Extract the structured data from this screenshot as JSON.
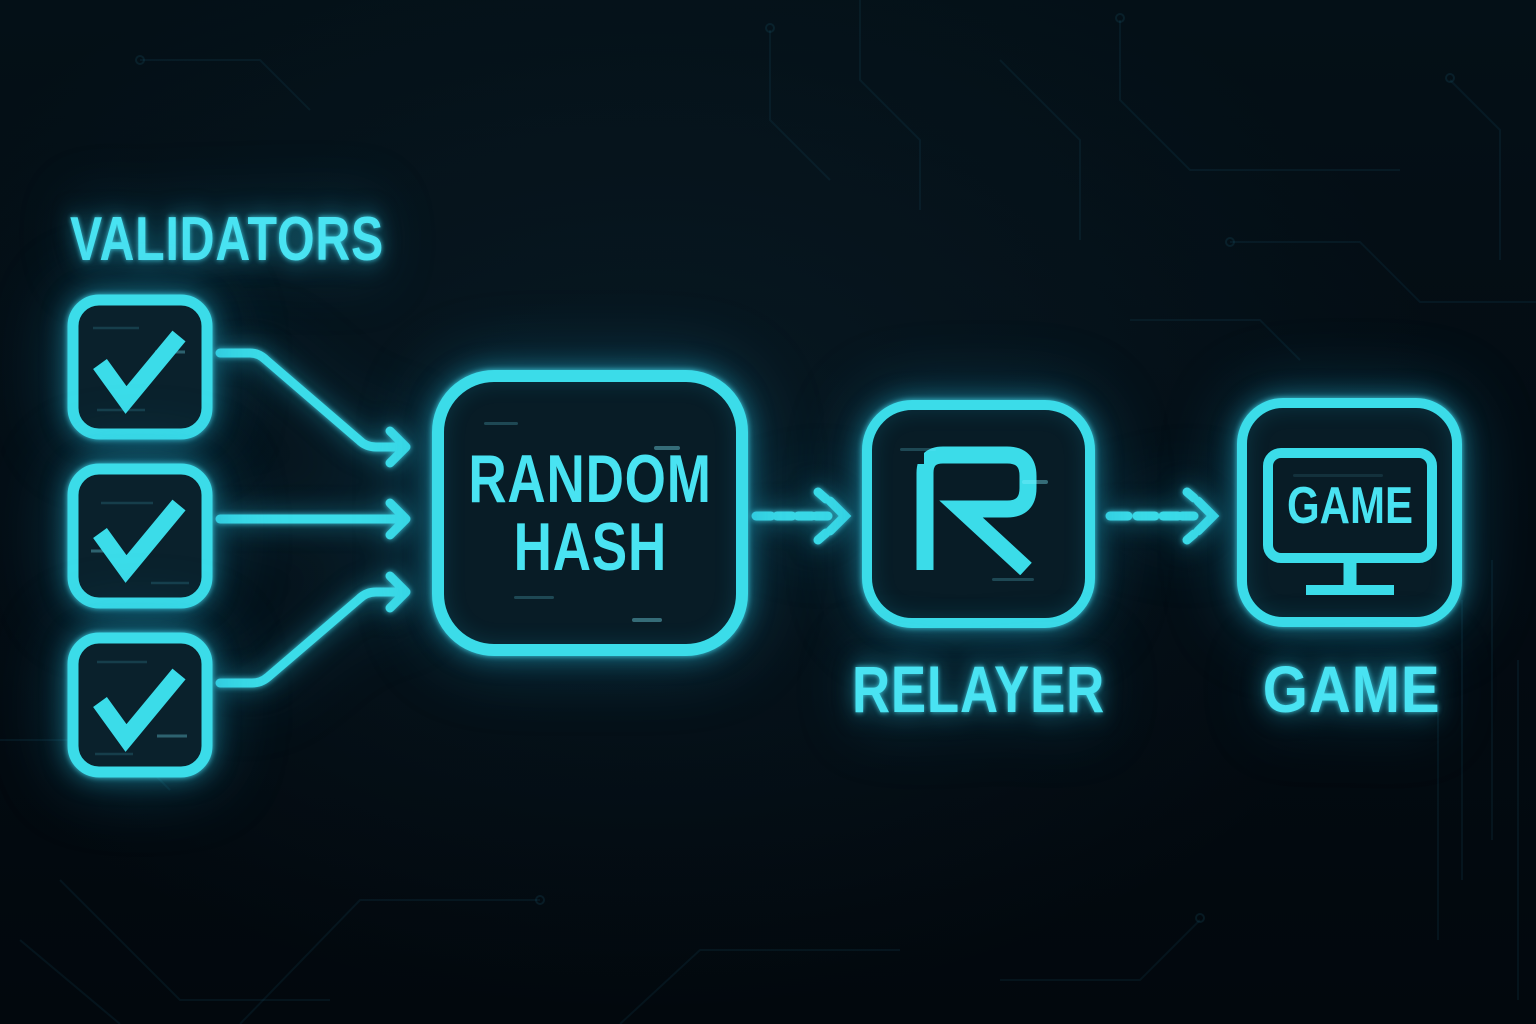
{
  "colors": {
    "background": "#030B12",
    "accent": "#3BDCE9",
    "accent_bright": "#49E3F2",
    "glow": "#1FB9D6",
    "box_fill": "#0A212C"
  },
  "validators": {
    "title": "VALIDATORS",
    "checkbox_count": 3,
    "checkbox_icon": "checkmark-icon"
  },
  "random_hash": {
    "line1": "RANDOM",
    "line2": "HASH"
  },
  "relayer": {
    "label": "RELAYER",
    "icon": "relayer-r-icon"
  },
  "game": {
    "label": "GAME",
    "screen_text": "GAME",
    "icon": "monitor-icon"
  }
}
